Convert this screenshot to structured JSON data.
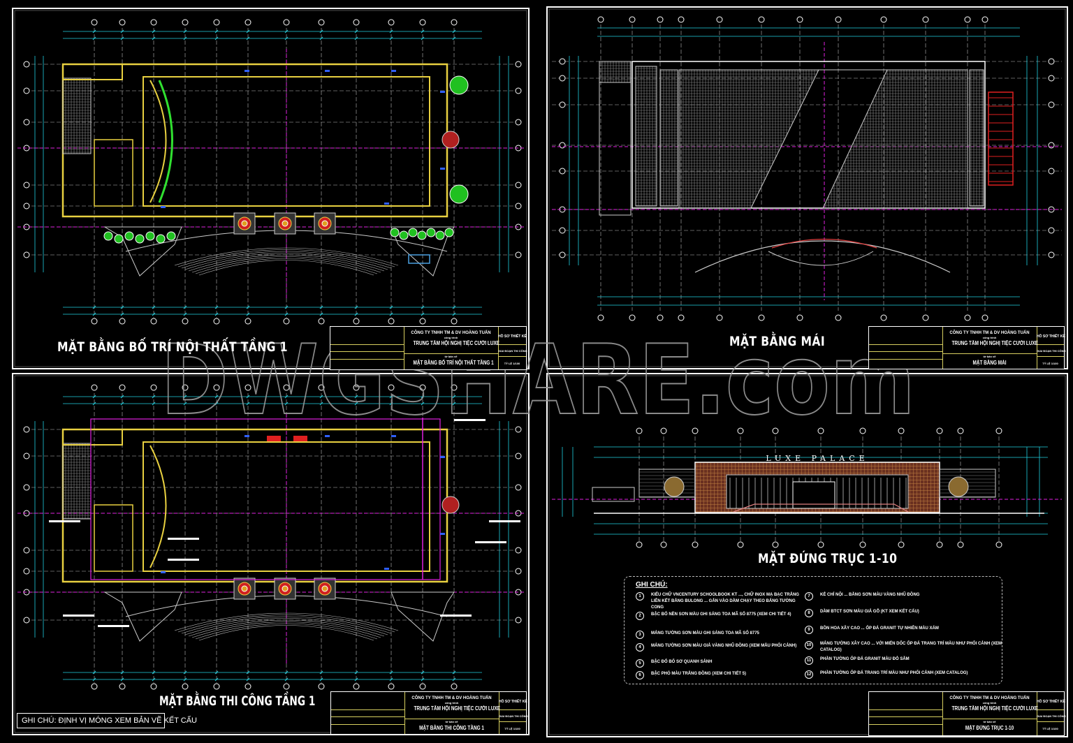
{
  "colors": {
    "background": "#000000",
    "wall": "#e8d040",
    "dimension": "#20d0e0",
    "axis_magenta": "#e020e0",
    "frame": "#ffffff",
    "tree": "#20c020",
    "facade": "#7a3a22",
    "roof_hatch": "#9a9a9a",
    "accent_red": "#e02020"
  },
  "watermark": "DWGSHARE.com",
  "panels": [
    {
      "title": "MẶT BẰNG BỐ TRÍ NỘI THẤT TẦNG 1",
      "title_block": {
        "company": "CÔNG TY TNHH TM & DV HOÀNG TUẤN",
        "label": "công trình",
        "project": "TRUNG TÂM HỘI NGHỊ TIỆC CƯỚI LUXE",
        "drawing_label": "tờ bản vẽ",
        "drawing": "MẶT BẰNG BỐ TRÍ NỘI THẤT TẦNG 1",
        "sheet": "HỒ SƠ THIẾT KẾ",
        "scale": "TỶ LỆ 1/100",
        "status": "GIAI ĐOẠN THI CÔNG"
      }
    },
    {
      "title": "MẶT BẰNG MÁI",
      "title_block": {
        "company": "CÔNG TY TNHH TM & DV HOÀNG TUẤN",
        "label": "công trình",
        "project": "TRUNG TÂM HỘI NGHỊ TIỆC CƯỚI LUXE",
        "drawing_label": "tờ bản vẽ",
        "drawing": "MẶT BẰNG MÁI",
        "sheet": "HỒ SƠ THIẾT KẾ",
        "scale": "TỶ LỆ 1/100",
        "status": "GIAI ĐOẠN THI CÔNG"
      }
    },
    {
      "title": "MẶT BẰNG THI CÔNG TẦNG 1",
      "note": "GHI CHÚ: ĐỊNH VỊ MÓNG XEM BẢN VẼ KẾT CẤU",
      "title_block": {
        "company": "CÔNG TY TNHH TM & DV HOÀNG TUẤN",
        "label": "công trình",
        "project": "TRUNG TÂM HỘI NGHỊ TIỆC CƯỚI LUXE",
        "drawing_label": "tờ bản vẽ",
        "drawing": "MẶT BẰNG THI CÔNG TẦNG 1",
        "sheet": "HỒ SƠ THIẾT KẾ",
        "scale": "TỶ LỆ 1/100",
        "status": "GIAI ĐOẠN THI CÔNG"
      }
    },
    {
      "title": "MẶT ĐỨNG TRỤC 1-10",
      "sign": "LUXE PALACE",
      "title_block": {
        "company": "CÔNG TY TNHH TM & DV HOÀNG TUẤN",
        "label": "công trình",
        "project": "TRUNG TÂM HỘI NGHỊ TIỆC CƯỚI LUXE",
        "drawing_label": "tờ bản vẽ",
        "drawing": "MẶT ĐỨNG TRỤC 1-10",
        "sheet": "HỒ SƠ THIẾT KẾ",
        "scale": "TỶ LỆ 1/100",
        "status": "GIAI ĐOẠN THI CÔNG"
      }
    }
  ],
  "notes": {
    "heading": "GHI CHÚ:",
    "items": [
      {
        "n": "1",
        "text": "KIỂU CHỮ VNCENTURY SCHOOLBOOK KT ..., CHỮ INOX MẠ BẠC TRẮNG LIÊN KẾT BẰNG BULONG ... GẮN VÀO DẦM CHẠY THEO BẢNG TƯỜNG CONG"
      },
      {
        "n": "2",
        "text": "BẬC BỐ NỀN SƠN MÀU GHI SÁNG TOA MÃ SỐ 8775 (XEM CHI TIẾT 4)"
      },
      {
        "n": "3",
        "text": "MẢNG TƯỜNG SƠN MÀU GHI SÁNG TOA MÃ SỐ 8775"
      },
      {
        "n": "4",
        "text": "MẢNG TƯỜNG SƠN MÀU GIẢ VÀNG NHŨ ĐỒNG (XEM MẪU PHỐI CẢNH)"
      },
      {
        "n": "5",
        "text": "BẬC ĐỔ BỐ SƠ QUANH SẢNH"
      },
      {
        "n": "6",
        "text": "BẬC PHÓ MÀU TRẮNG ĐỒNG (XEM CHI TIẾT 5)"
      },
      {
        "n": "7",
        "text": "KẺ CHỈ NỘI ... BẰNG SƠN MÀU VÀNG NHŨ ĐỒNG"
      },
      {
        "n": "8",
        "text": "DẦM BTCT SƠN MÀU GIẢ GỖ (KT XEM KẾT CẤU)"
      },
      {
        "n": "9",
        "text": "BỒN HOA XÂY CAO ... ỐP ĐÁ GRANIT TỰ NHIÊN MÀU XÁM"
      },
      {
        "n": "10",
        "text": "MẢNG TƯỜNG XÂY CAO ... VỚI MIẾN DỐC ỐP ĐÁ TRANG TRÍ MÀU NHƯ PHỐI CẢNH (XEM CATALOG)"
      },
      {
        "n": "11",
        "text": "PHẦN TƯỜNG ỐP ĐÁ GRANIT MÀU ĐỎ SẪM"
      },
      {
        "n": "12",
        "text": "PHẦN TƯỜNG ỐP ĐÁ TRANG TRÍ MÀU NHƯ PHỐI CẢNH (XEM CATALOG)"
      }
    ]
  }
}
